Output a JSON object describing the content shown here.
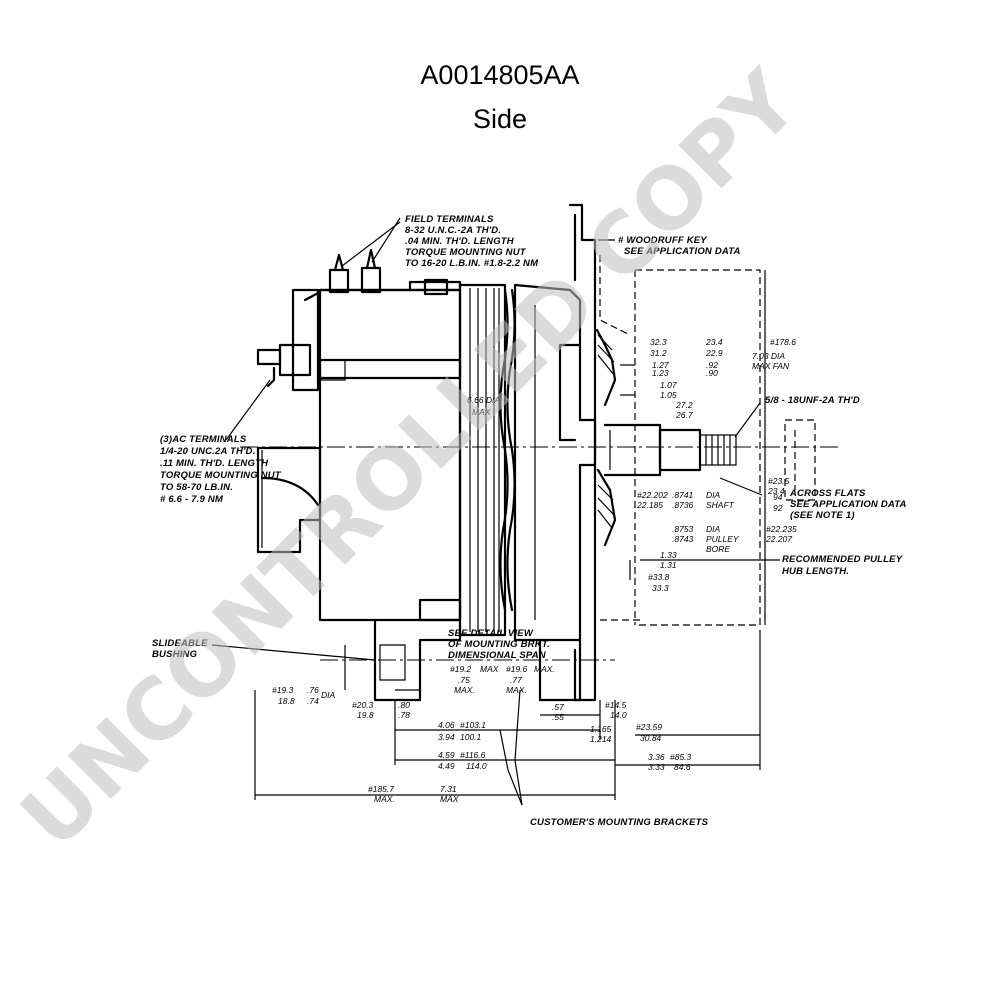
{
  "header": {
    "title": "A0014805AA",
    "subtitle": "Side"
  },
  "watermark": "UNCONTROLLED COPY",
  "notes": {
    "field_terminals": [
      "FIELD TERMINALS",
      "8-32 U.N.C.-2A TH'D.",
      ".04 MIN. TH'D. LENGTH",
      "TORQUE MOUNTING NUT",
      "TO 16-20 L.B.IN. #1.8-2.2 NM"
    ],
    "ac_terminals": [
      "(3)AC TERMINALS",
      "1/4-20 UNC.2A TH'D.",
      ".11 MIN. TH'D. LENGTH",
      "TORQUE MOUNTING NUT",
      "TO 58-70 LB.IN.",
      "# 6.6 - 7.9 NM"
    ],
    "woodruff_key": [
      "# WOODRUFF KEY",
      "SEE APPLICATION DATA"
    ],
    "thread": "5/8 - 18UNF-2A TH'D",
    "across_flats": [
      "ACROSS FLATS",
      "SEE APPLICATION DATA",
      "(SEE NOTE 1)"
    ],
    "recommended_pulley": [
      "RECOMMENDED PULLEY",
      "HUB LENGTH."
    ],
    "mounting_detail": [
      "SEE DETAIL VIEW",
      "OF MOUNTING BRKT.",
      "DIMENSIONAL SPAN"
    ],
    "slideable_bushing": [
      "SLIDEABLE",
      "BUSHING"
    ],
    "customers_brackets": "CUSTOMER'S MOUNTING BRACKETS"
  },
  "dims": {
    "fan_dia": "#178.6",
    "fan_dia2": "7.03 DIA",
    "fan_max": "MAX FAN",
    "d_32_3": "32.3",
    "d_31_2": "31.2",
    "d_23_4": "23.4",
    "d_22_9": "22.9",
    "d_1_27": "1.27",
    "d_1_23": "1.23",
    "d_92": ".92",
    "d_90": ".90",
    "d_1_07": "1.07",
    "d_1_05": "1.05",
    "d_27_2": "27.2",
    "d_26_7": "26.7",
    "body_dia": "6.66 DIA",
    "body_max": "MAX",
    "shaft_mm": "#22.202",
    "shaft_mm2": "22.185",
    "shaft_in": ".8741",
    "shaft_in2": ".8736",
    "shaft_lbl": "DIA",
    "shaft_lbl2": "SHAFT",
    "flats_mm": "#23.5",
    "flats_mm2": "23.4",
    "flats_in": "94",
    "flats_in2": "92",
    "bore_in": ".8753",
    "bore_in2": ".8743",
    "bore_lbl": "DIA",
    "bore_lbl2": "PULLEY",
    "bore_lbl3": "BORE",
    "bore_mm": "#22.235",
    "bore_mm2": "22.207",
    "hub_in": "1.33",
    "hub_in2": "1.31",
    "hub_mm": "#33.8",
    "hub_mm2": "33.3",
    "m19_2": "#19.2",
    "m19_2_max": "MAX",
    "m19_6": "#19.6",
    "m19_6_max": "MAX.",
    "m75": ".75",
    "m75_max": "MAX.",
    "m77": ".77",
    "m77_max": "MAX.",
    "b19_3": "#19.3",
    "b18_8": "18.8",
    "b76": ".76",
    "b74": ".74",
    "b_dia": "DIA",
    "b20_3": "#20.3",
    "b19_8": "19.8",
    "b80": ".80",
    "b78": ".78",
    "l406": "4.06",
    "l394": "3.94",
    "l103": "#103.1",
    "l100": "100.1",
    "l57": ".57",
    "l55": ".55",
    "l14_5": "#14.5",
    "l14_0": "14.0",
    "l1165": "1.165",
    "l1214": "1.214",
    "l23_59": "#23.59",
    "l30_84": "30.84",
    "l459": "4.59",
    "l449": "4.49",
    "l116": "#116.6",
    "l114": "114.0",
    "l336": "3.36",
    "l333": "3.33",
    "l85": "#85.3",
    "l84": "84.6",
    "l185": "#185.7",
    "l185max": "MAX.",
    "l731": "7.31",
    "l731max": "MAX"
  }
}
